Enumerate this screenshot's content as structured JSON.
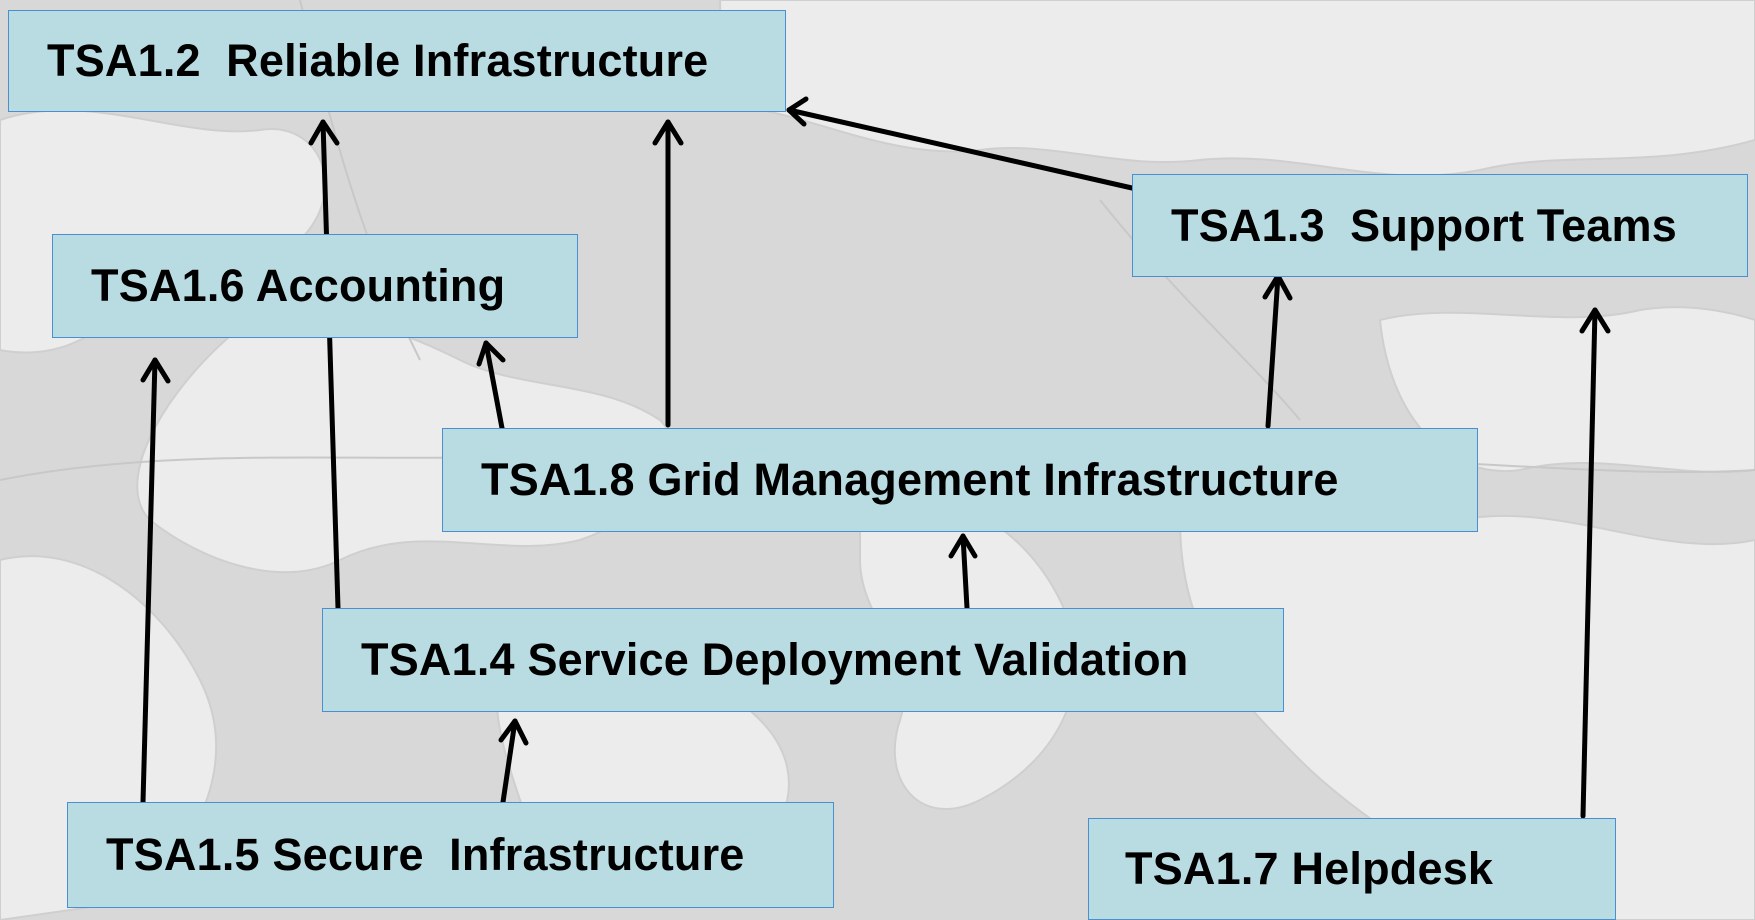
{
  "diagram": {
    "nodes": {
      "tsa12": {
        "label": "TSA1.2  Reliable Infrastructure"
      },
      "tsa13": {
        "label": "TSA1.3  Support Teams"
      },
      "tsa16": {
        "label": "TSA1.6 Accounting"
      },
      "tsa18": {
        "label": "TSA1.8 Grid Management Infrastructure"
      },
      "tsa14": {
        "label": "TSA1.4 Service Deployment Validation"
      },
      "tsa15": {
        "label": "TSA1.5 Secure  Infrastructure"
      },
      "tsa17": {
        "label": "TSA1.7 Helpdesk"
      }
    },
    "edges": [
      {
        "from": "tsa14",
        "to": "tsa12"
      },
      {
        "from": "tsa18",
        "to": "tsa12"
      },
      {
        "from": "tsa13",
        "to": "tsa12"
      },
      {
        "from": "tsa18",
        "to": "tsa16"
      },
      {
        "from": "tsa18",
        "to": "tsa13"
      },
      {
        "from": "tsa14",
        "to": "tsa18"
      },
      {
        "from": "tsa15",
        "to": "tsa16"
      },
      {
        "from": "tsa15",
        "to": "tsa14"
      },
      {
        "from": "tsa17",
        "to": "tsa13"
      }
    ],
    "colors": {
      "node_fill": "#b9dce3",
      "node_border": "#4a8fd0",
      "arrow": "#000000",
      "background": "#dcdcdc",
      "land": "#eeeeee"
    }
  }
}
